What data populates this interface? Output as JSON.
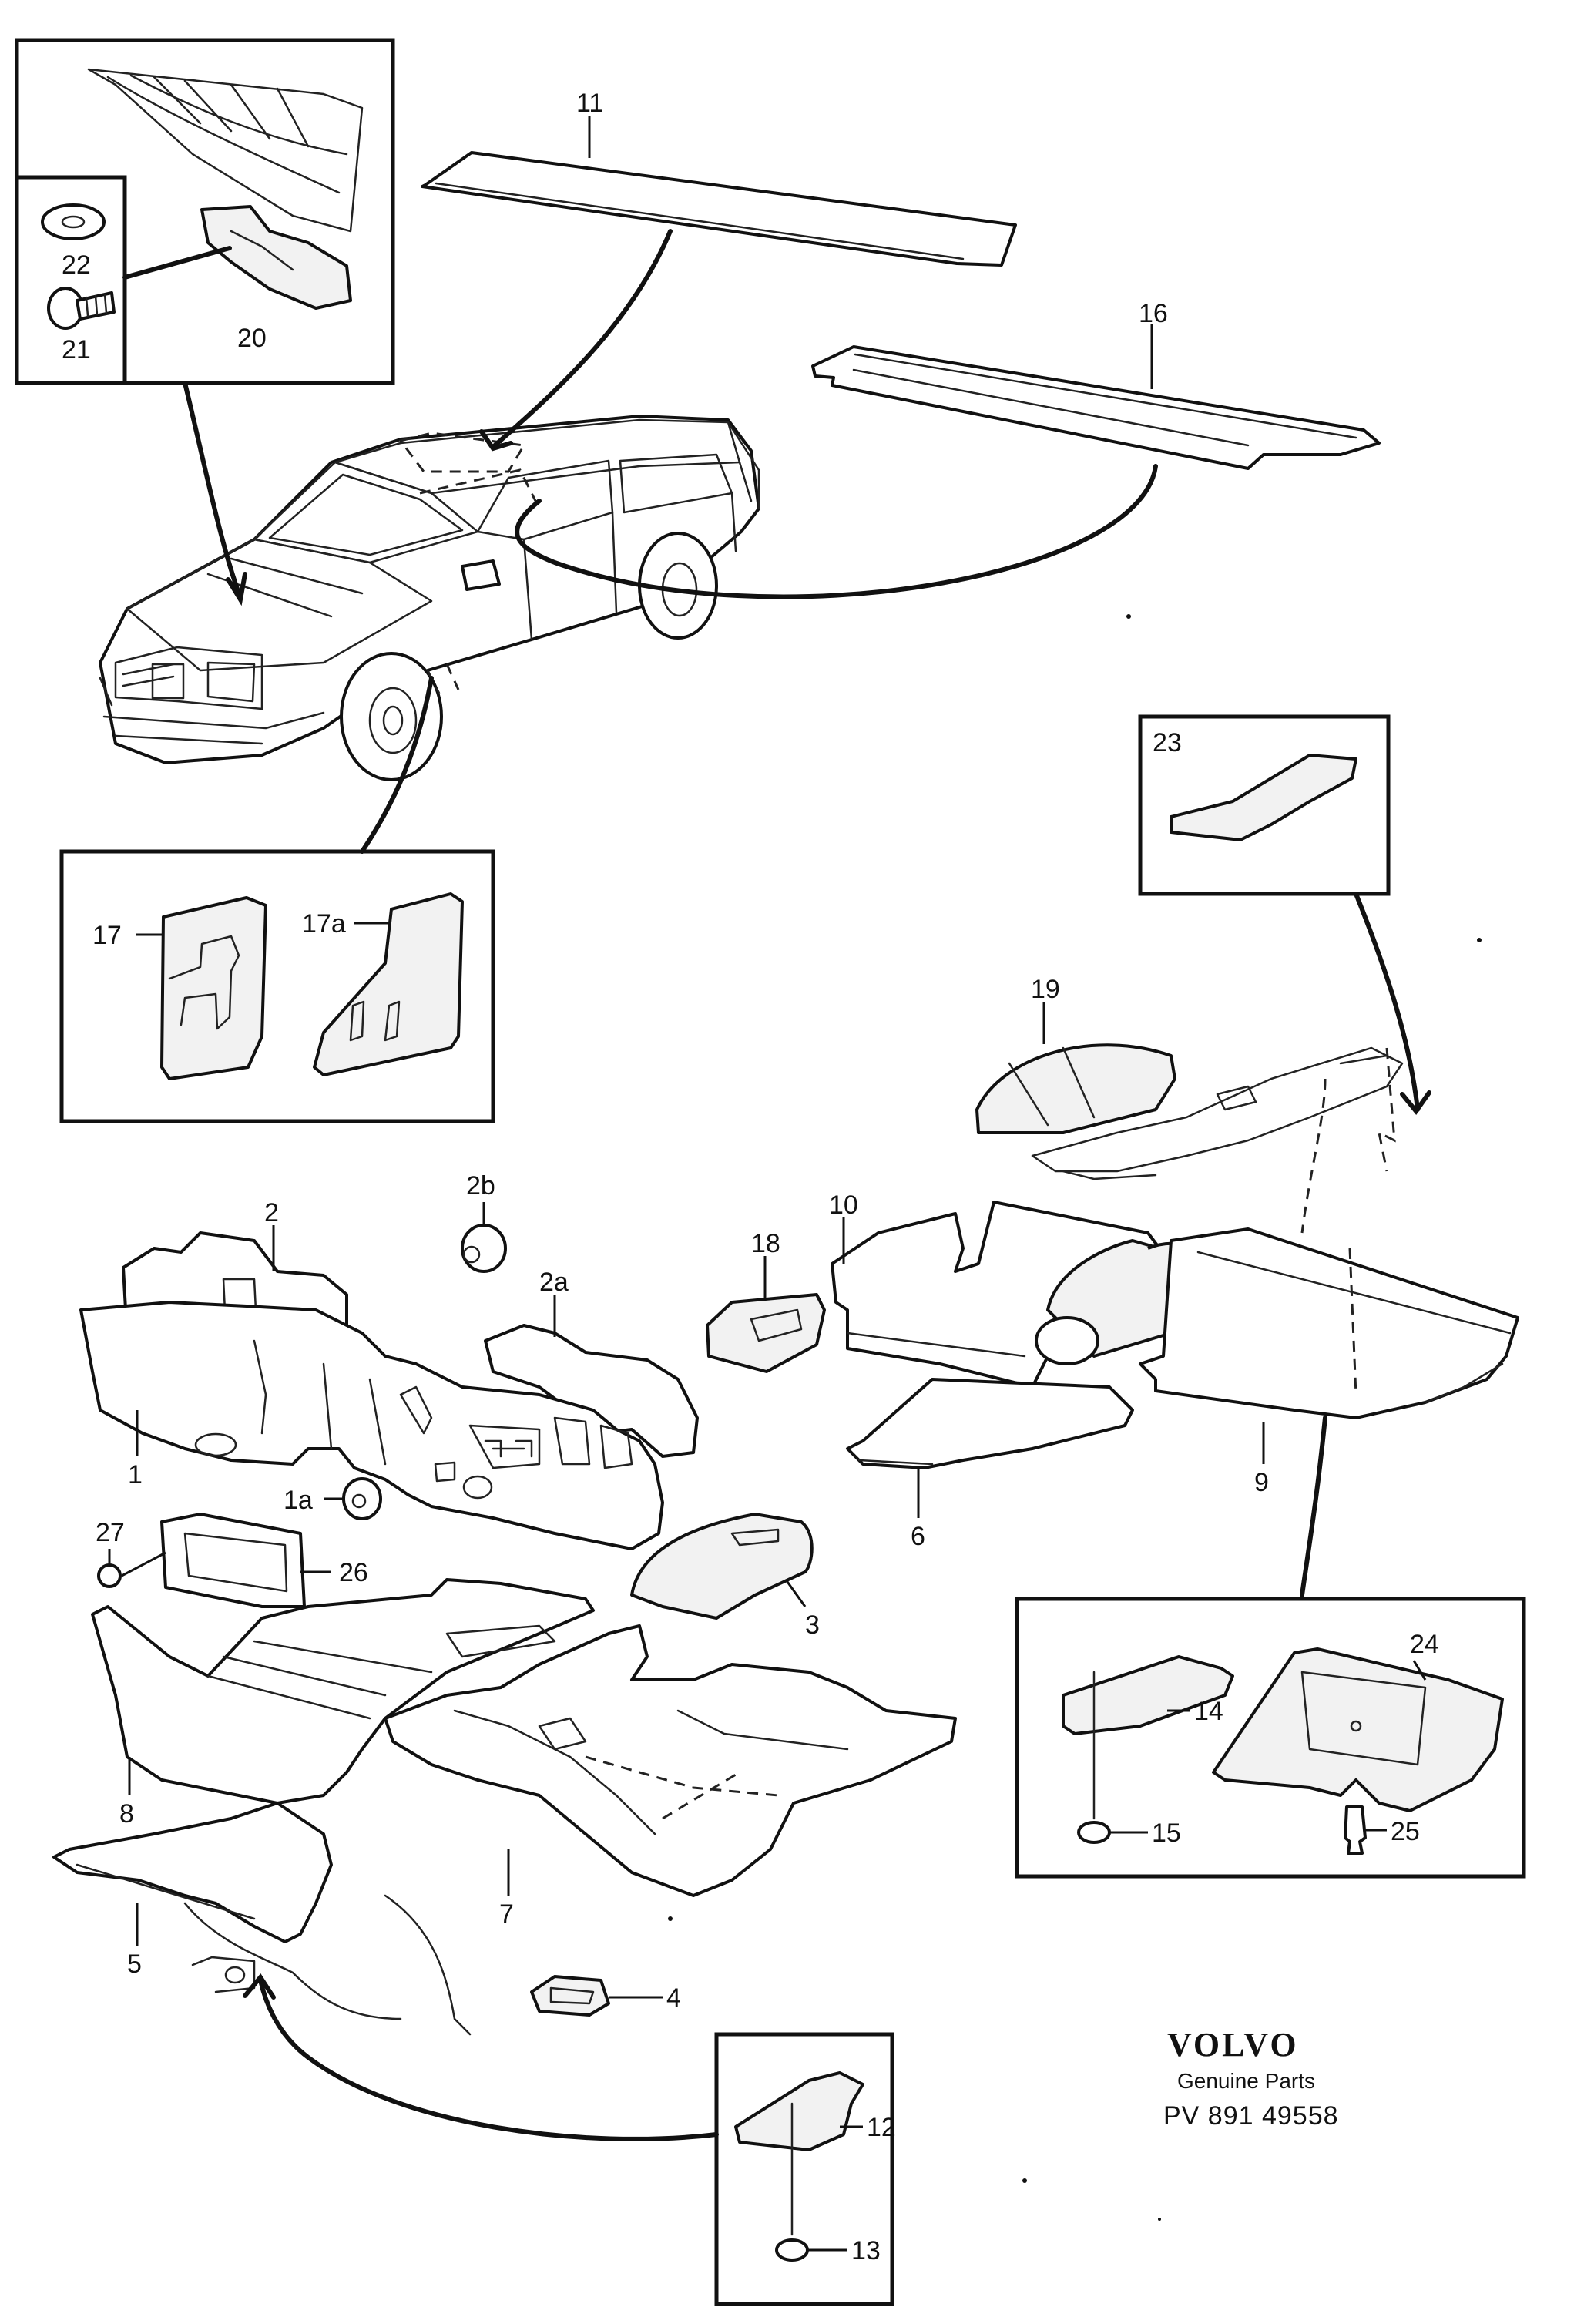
{
  "labels": {
    "p1": "1",
    "p1a": "1a",
    "p2": "2",
    "p2a": "2a",
    "p2b": "2b",
    "p3": "3",
    "p4": "4",
    "p5": "5",
    "p6": "6",
    "p7": "7",
    "p8": "8",
    "p9": "9",
    "p10": "10",
    "p11": "11",
    "p12": "12",
    "p13": "13",
    "p14": "14",
    "p15": "15",
    "p16": "16",
    "p17": "17",
    "p17a": "17a",
    "p18": "18",
    "p19": "19",
    "p20": "20",
    "p21": "21",
    "p22": "22",
    "p23": "23",
    "p24": "24",
    "p25": "25",
    "p26": "26",
    "p27": "27"
  },
  "brand": {
    "name": "VOLVO",
    "tagline": "Genuine Parts",
    "code": "PV 891 49558"
  },
  "colors": {
    "line": "#111111",
    "background": "#ffffff"
  }
}
